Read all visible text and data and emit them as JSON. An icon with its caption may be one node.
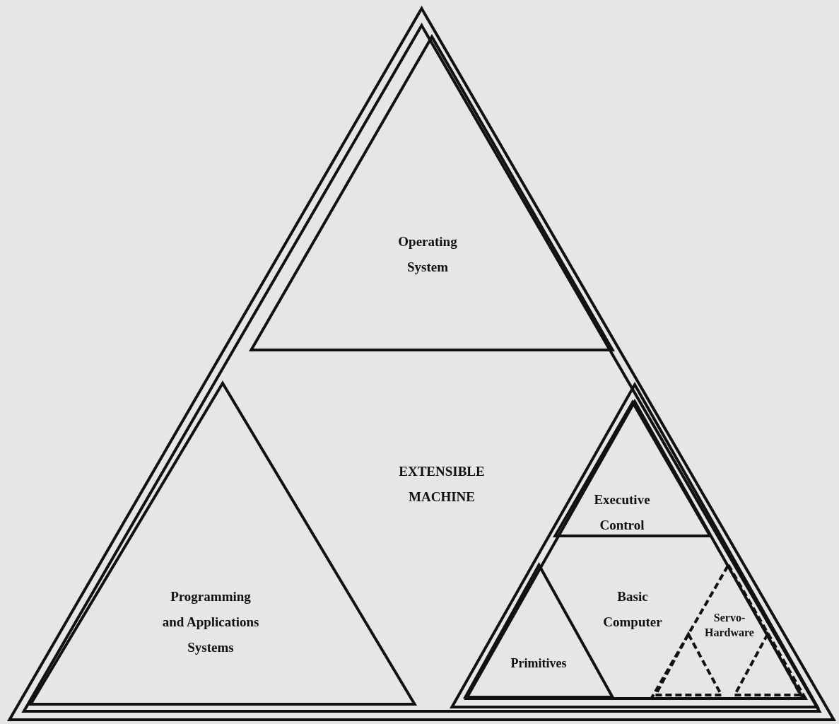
{
  "diagram": {
    "nodes": [
      {
        "text": [
          "EXTENSIBLE MACHINE"
        ]
      },
      {
        "text": [
          "Operating System"
        ],
        "in": 0
      },
      {
        "text": [
          "Programming and Applications Systems"
        ],
        "in": 0
      },
      {
        "text": [
          "Basic Computer"
        ],
        "in": 0
      },
      {
        "text": [
          "Executive Control"
        ],
        "in": 3
      },
      {
        "text": [
          "Primitives"
        ],
        "in": 3
      },
      {
        "text": [
          "Servo-Hardware"
        ],
        "in": 3
      },
      {
        "text": [],
        "shape": "triangle",
        "in": 6
      },
      {
        "text": [],
        "shape": "triangle",
        "in": 6
      }
    ],
    "edges": []
  }
}
